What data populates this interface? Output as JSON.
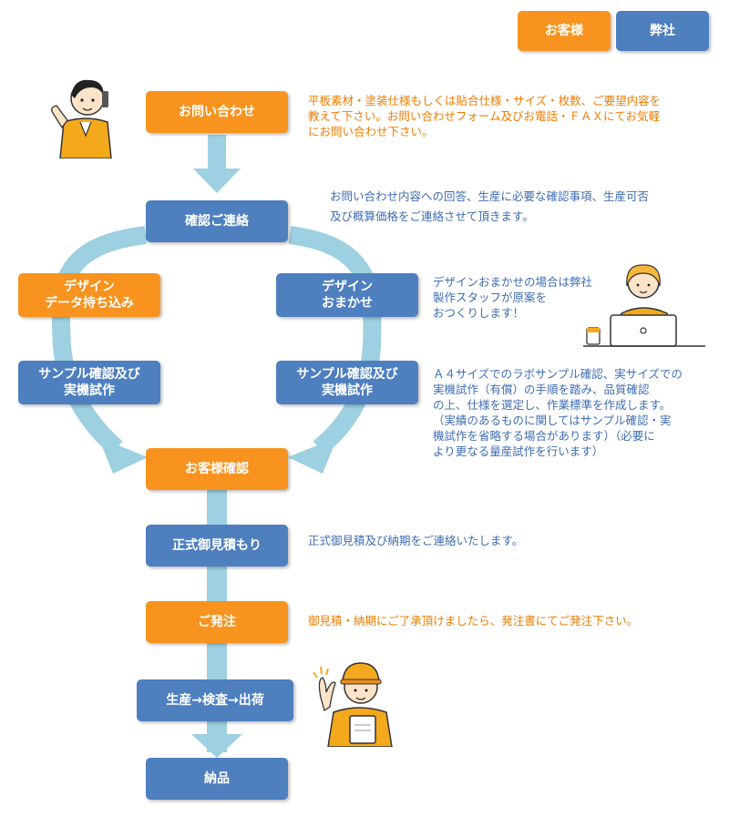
{
  "legend": {
    "customer": "お客様",
    "company": "弊社"
  },
  "colors": {
    "orange": "#f7931e",
    "blue": "#4e7fbf",
    "arrow": "#9dd0e0",
    "skin": "#fde3c8"
  },
  "steps": {
    "inquiry": "お問い合わせ",
    "confirm_contact": "確認ご連絡",
    "design_bring_1": "デザイン",
    "design_bring_2": "データ持ち込み",
    "design_leave_1": "デザイン",
    "design_leave_2": "おまかせ",
    "sample_left_1": "サンプル確認及び",
    "sample_left_2": "実機試作",
    "sample_right_1": "サンプル確認及び",
    "sample_right_2": "実機試作",
    "customer_check": "お客様確認",
    "quote": "正式御見積もり",
    "order": "ご発注",
    "production": "生産→検査→出荷",
    "delivery": "納品"
  },
  "notes": {
    "inquiry": "平板素材・塗装仕様もしくは貼合仕様・サイズ・枚数、ご要望内容を\n教えて下さい。お問い合わせフォーム及びお電話・ＦＡＸにてお気軽\nにお問い合わせ下さい。",
    "confirm": "お問い合わせ内容への回答、生産に必要な確認事項、生産可否\n及び概算価格をご連絡させて頂きます。",
    "design": "デザインおまかせの場合は弊社\n製作スタッフが原案を\nおつくりします！",
    "sample": "Ａ４サイズでのラボサンプル確認、実サイズでの\n実機試作（有償）の手順を踏み、品質確認\nの上、仕様を選定し、作業標準を作成します。\n（実績のあるものに関してはサンプル確認・実\n機試作を省略する場合があります）（必要に\nより更なる量産試作を行います）",
    "quote": "正式御見積及び納期をご連絡いたします。",
    "order": "御見積・納期にご了承頂けましたら、発注書にてご発注下さい。"
  },
  "illustrations": [
    "phone-caller-icon",
    "laptop-staff-icon",
    "worker-clipboard-icon"
  ]
}
